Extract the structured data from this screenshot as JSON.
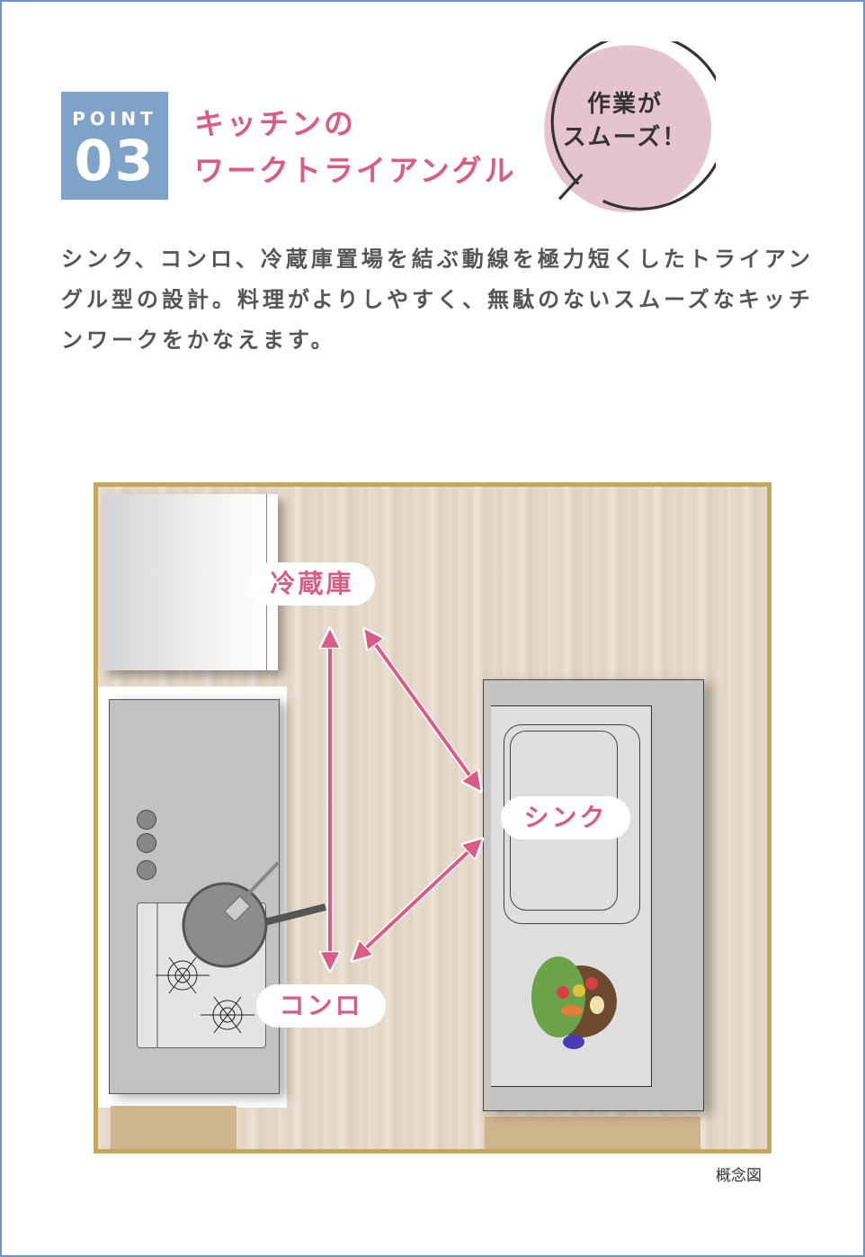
{
  "point": {
    "label": "POINT",
    "number": "03"
  },
  "title": {
    "line1": "キッチンの",
    "line2": "ワークトライアングル"
  },
  "badge": {
    "line1": "作業が",
    "line2": "スムーズ！"
  },
  "description": "シンク、コンロ、冷蔵庫置場を結ぶ動線を極力短くしたトライアングル型の設計。料理がよりしやすく、無駄のないスムーズなキッチンワークをかなえます。",
  "diagram": {
    "labels": {
      "fridge": "冷蔵庫",
      "sink": "シンク",
      "stove": "コンロ"
    },
    "caption": "概念図"
  },
  "colors": {
    "accent": "#d85c85",
    "point_box": "#7fa3c8",
    "badge_bg": "#e5c3cf",
    "frame_border": "#c2a85c"
  }
}
